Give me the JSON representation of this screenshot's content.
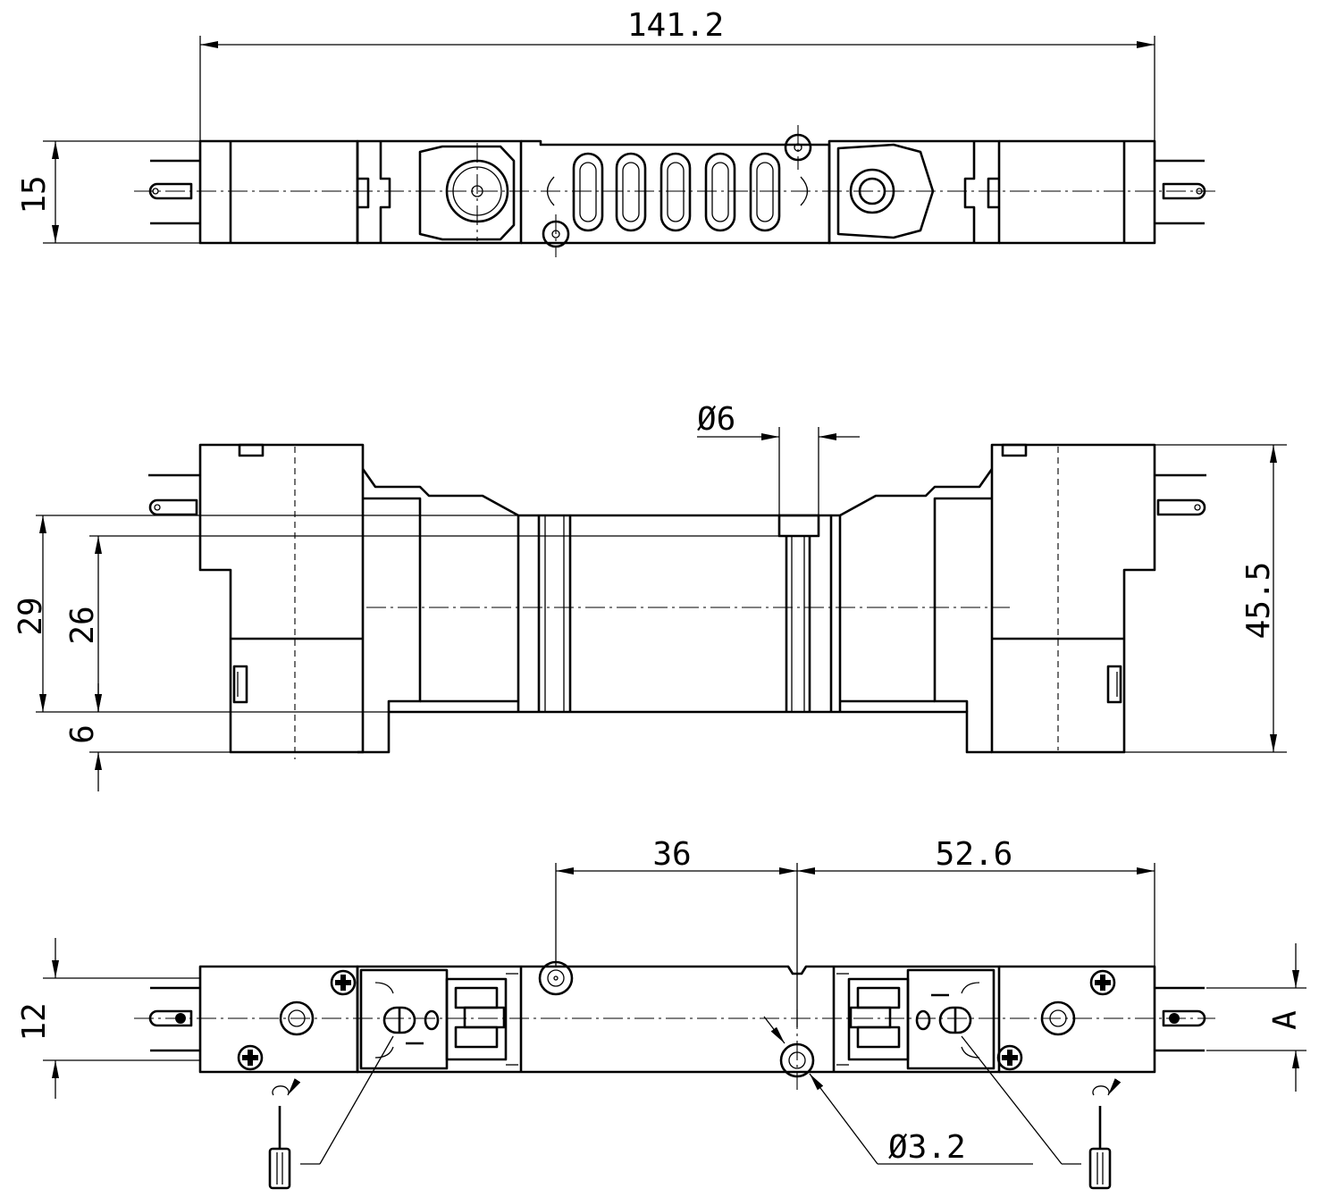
{
  "dimensions": {
    "top_view": {
      "overall_length": "141.2",
      "width": "15"
    },
    "side_view": {
      "port_diameter": "Ø6",
      "total_height": "45.5",
      "mount_height_29": "29",
      "mount_height_26": "26",
      "base_height": "6"
    },
    "bottom_view": {
      "hole_spacing_left": "36",
      "hole_spacing_right": "52.6",
      "width": "12",
      "mounting_hole_diameter": "Ø3.2",
      "connector_dimension": "A"
    }
  }
}
